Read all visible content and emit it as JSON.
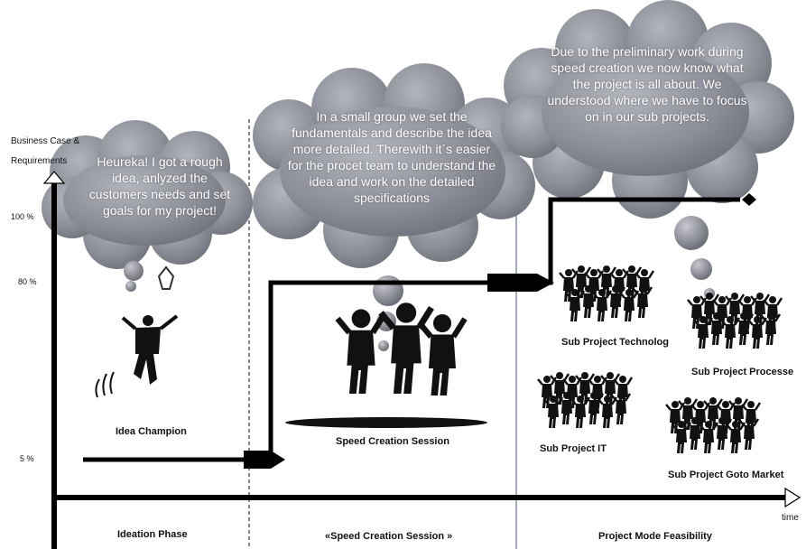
{
  "axis": {
    "y_title_line1": "Business Case &",
    "y_title_line2": "Requirements",
    "ticks": [
      "100 %",
      "80 %",
      "5 %"
    ],
    "x_title": "time"
  },
  "bubbles": [
    {
      "text": "Heureka! I got a rough idea, anlyzed the customers needs and set goals for my project!"
    },
    {
      "text": "In a small group we set the fundamentals and describe the idea more detailed. Therewith it´s easier for the procet team to understand the idea and work on the detailed specifications"
    },
    {
      "text": "Due to the preliminary work during speed creation we now know what the project is all about. We understood where we have to focus on in our sub projects."
    }
  ],
  "captions": {
    "idea_champion": "Idea Champion",
    "speed_session": "Speed  Creation Session",
    "sub_technology": "Sub Project Technolog",
    "sub_processes": "Sub Project Processe",
    "sub_it": "Sub Project IT",
    "sub_goto": "Sub Project Goto Market"
  },
  "phases": {
    "ideation": "Ideation Phase",
    "speed": "«Speed Creation Session »",
    "project": "Project Mode  Feasibility"
  },
  "colors": {
    "cloud": "#8d8f98",
    "cloud_dark": "#6e7079",
    "line": "#000000",
    "divider_ideation": "#333333",
    "divider_project": "#4a5a8a"
  }
}
